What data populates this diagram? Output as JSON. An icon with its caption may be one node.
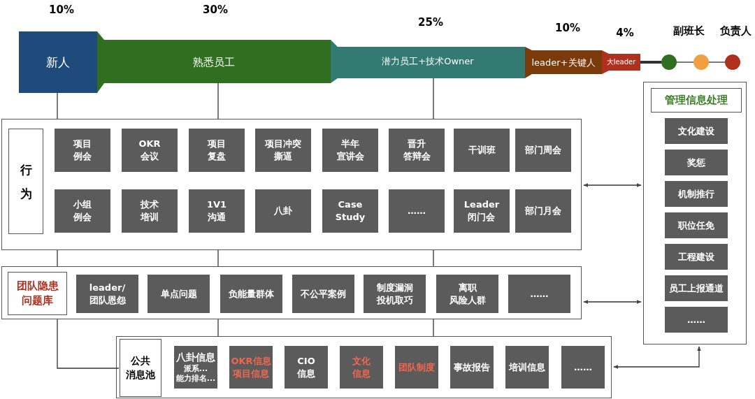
{
  "diagram": {
    "nodes": [
      {
        "text": [
          "新人"
        ],
        "beside": [
          "10%"
        ]
      },
      {
        "text": [
          "熟悉员工"
        ],
        "beside": [
          "30%"
        ]
      },
      {
        "text": [
          "潜力员工+技术Owner"
        ],
        "beside": [
          "25%"
        ]
      },
      {
        "text": [
          "leader+关键人"
        ],
        "beside": [
          "10%"
        ]
      },
      {
        "text": [
          "大leader"
        ],
        "beside": [
          "4%"
        ]
      },
      {
        "text": [],
        "shape": "circle"
      },
      {
        "text": [],
        "shape": "circle"
      },
      {
        "text": [],
        "shape": "circle"
      },
      {
        "text": [],
        "shape": "box"
      },
      {
        "text": [
          "行为"
        ],
        "in": 8
      },
      {
        "text": [
          "项目例会"
        ],
        "in": 8
      },
      {
        "text": [
          "OKR会议"
        ],
        "in": 8
      },
      {
        "text": [
          "项目复盘"
        ],
        "in": 8
      },
      {
        "text": [
          "项目冲突撕逼"
        ],
        "in": 8
      },
      {
        "text": [
          "半年宣讲会"
        ],
        "in": 8
      },
      {
        "text": [
          "晋升答辩会"
        ],
        "in": 8
      },
      {
        "text": [
          "干训班"
        ],
        "in": 8
      },
      {
        "text": [
          "部门周会"
        ],
        "in": 8
      },
      {
        "text": [
          "小组例会"
        ],
        "in": 8
      },
      {
        "text": [
          "技术培训"
        ],
        "in": 8
      },
      {
        "text": [
          "1V1沟通"
        ],
        "in": 8
      },
      {
        "text": [
          "八卦"
        ],
        "in": 8
      },
      {
        "text": [
          "Case Study"
        ],
        "in": 8
      },
      {
        "text": [
          "……"
        ],
        "in": 8
      },
      {
        "text": [
          "Leader闭门会"
        ],
        "in": 8
      },
      {
        "text": [
          "部门月会"
        ],
        "in": 8
      },
      {
        "text": [],
        "shape": "box"
      },
      {
        "text": [
          "团队隐患问题库"
        ],
        "in": 26
      },
      {
        "text": [
          "leader/团队恩怨"
        ],
        "in": 26
      },
      {
        "text": [
          "单点问题"
        ],
        "in": 26
      },
      {
        "text": [
          "负能量群体"
        ],
        "in": 26
      },
      {
        "text": [
          "不公平案例"
        ],
        "in": 26
      },
      {
        "text": [
          "制度漏洞投机取巧"
        ],
        "in": 26
      },
      {
        "text": [
          "离职风险人群"
        ],
        "in": 26
      },
      {
        "text": [
          "……"
        ],
        "in": 26
      },
      {
        "text": [],
        "shape": "box"
      },
      {
        "text": [
          "公共消息池"
        ],
        "in": 35
      },
      {
        "text": [
          "八卦信息",
          "派系...",
          "能力排名..."
        ],
        "in": 35
      },
      {
        "text": [
          "OKR信息项目信息"
        ],
        "in": 35
      },
      {
        "text": [
          "CIO信息"
        ],
        "in": 35
      },
      {
        "text": [
          "文化信息"
        ],
        "in": 35
      },
      {
        "text": [
          "团队制度"
        ],
        "in": 35
      },
      {
        "text": [
          "事故报告"
        ],
        "in": 35
      },
      {
        "text": [
          "培训信息"
        ],
        "in": 35
      },
      {
        "text": [
          "……"
        ],
        "in": 35
      },
      {
        "text": [],
        "shape": "box"
      },
      {
        "text": [
          "管理信息处理"
        ],
        "in": 45
      },
      {
        "text": [
          "文化建设"
        ],
        "in": 45
      },
      {
        "text": [
          "奖惩"
        ],
        "in": 45
      },
      {
        "text": [
          "机制推行"
        ],
        "in": 45
      },
      {
        "text": [
          "职位任免"
        ],
        "in": 45
      },
      {
        "text": [
          "工程建设"
        ],
        "in": 45
      },
      {
        "text": [
          "员工上报通道"
        ],
        "in": 45
      },
      {
        "text": [
          "……"
        ],
        "in": 45
      }
    ],
    "edges": [
      {
        "from": 0,
        "to": 8,
        "arrow": "none"
      },
      {
        "from": 1,
        "to": 8,
        "arrow": "none"
      },
      {
        "from": 2,
        "to": 8,
        "arrow": "none"
      },
      {
        "from": 8,
        "to": 26,
        "arrow": "none"
      },
      {
        "from": 8,
        "to": 26,
        "arrow": "none"
      },
      {
        "from": 8,
        "to": 26,
        "arrow": "none"
      },
      {
        "from": 26,
        "to": 36,
        "arrow": "none"
      },
      {
        "from": 26,
        "to": 35,
        "arrow": "none"
      },
      {
        "from": 26,
        "to": 35,
        "arrow": "none"
      },
      {
        "from": 4,
        "to": 5,
        "arrow": "none",
        "style": "thick"
      },
      {
        "from": 5,
        "to": 6,
        "arrow": "none"
      },
      {
        "from": 6,
        "to": 7,
        "arrow": "none"
      },
      {
        "from": 8,
        "to": 45,
        "arrow": "both"
      },
      {
        "from": 26,
        "to": 45,
        "arrow": "both"
      },
      {
        "from": 35,
        "to": 45,
        "arrow": "both"
      }
    ],
    "labels": [
      "副班长",
      "负责人"
    ]
  }
}
